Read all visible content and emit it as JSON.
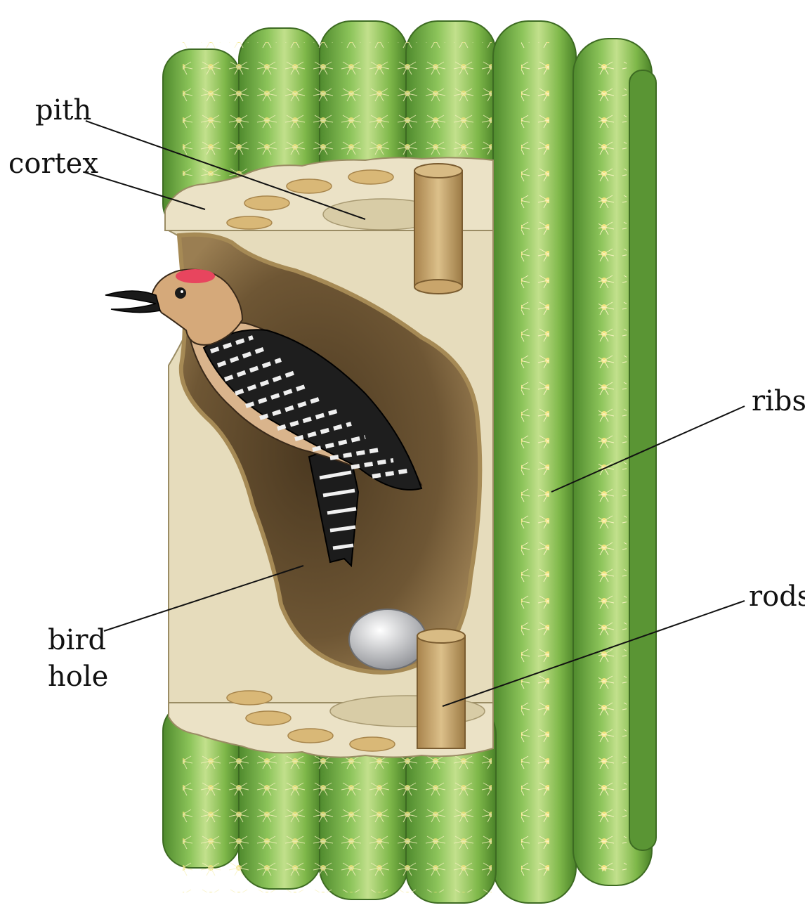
{
  "labels": {
    "pith": "pith",
    "cortex": "cortex",
    "ribs": "ribs",
    "rods": "rods",
    "bird_hole_line1": "bird",
    "bird_hole_line2": "hole"
  },
  "colors": {
    "rib_green": "#7fb84a",
    "rib_light": "#b5d97a",
    "rib_dark": "#4e8a2c",
    "pith_cream": "#e7dcbd",
    "cavity_brown": "#6b5432",
    "rod_tan": "#c9a56b",
    "spine_yellow": "#f2e27a"
  }
}
